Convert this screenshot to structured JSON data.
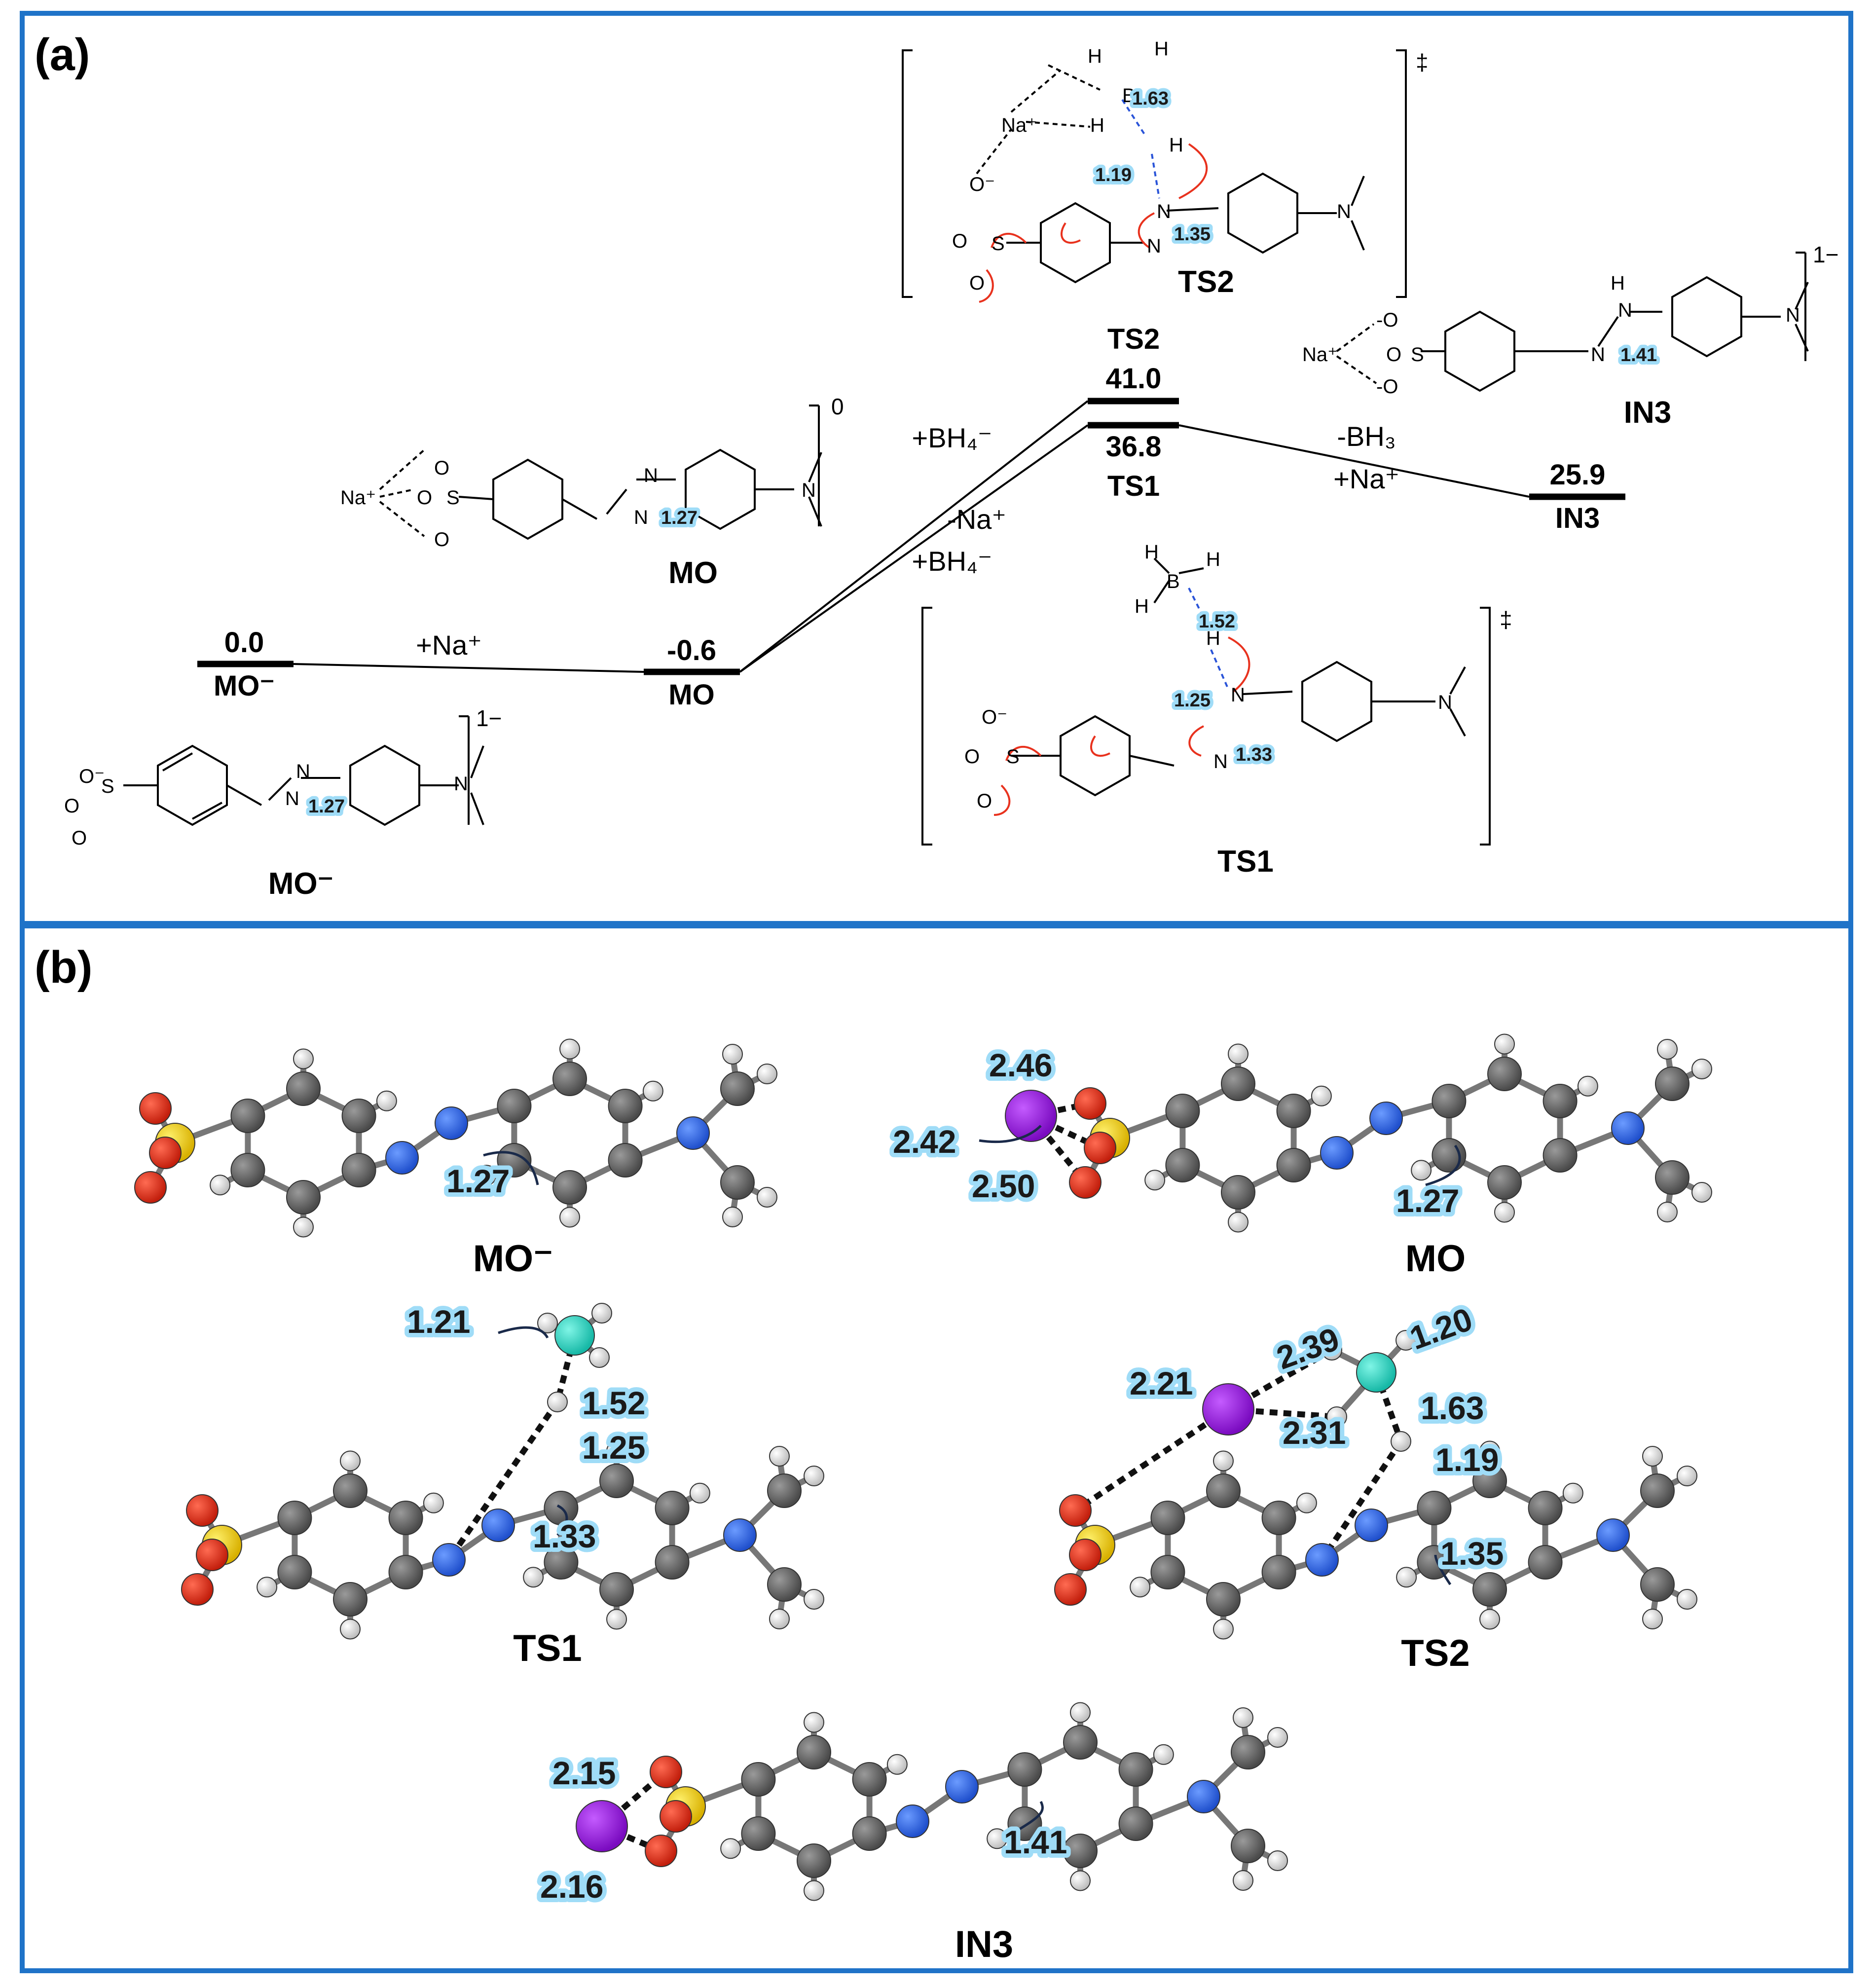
{
  "panel_a": {
    "label": "(a)",
    "levels": [
      {
        "id": "MO-",
        "value": "0.0",
        "name": "MO⁻"
      },
      {
        "id": "MO",
        "value": "-0.6",
        "name": "MO"
      },
      {
        "id": "TS1",
        "value": "36.8",
        "name": "TS1"
      },
      {
        "id": "TS2",
        "value": "41.0",
        "name": "TS2"
      },
      {
        "id": "IN3",
        "value": "25.9",
        "name": "IN3"
      }
    ],
    "steps": {
      "na_add": "+Na⁺",
      "bh4_to_ts2": "+BH₄⁻",
      "na_remove": "-Na⁺",
      "bh4_to_ts1": "+BH₄⁻",
      "bh3_remove": "-BH₃",
      "na_add_in3": "+Na⁺"
    },
    "structures": {
      "mo_minus": {
        "name": "MO⁻",
        "charge": "1−",
        "bond": "1.27"
      },
      "mo": {
        "name": "MO",
        "charge": "0",
        "bond": "1.27"
      },
      "ts2": {
        "name": "TS2",
        "ddagger": "‡",
        "bonds": [
          "1.63",
          "1.19",
          "1.35"
        ]
      },
      "ts1": {
        "name": "TS1",
        "ddagger": "‡",
        "bonds": [
          "1.52",
          "1.25",
          "1.33"
        ]
      },
      "in3": {
        "name": "IN3",
        "charge": "1−",
        "bond": "1.41"
      }
    },
    "atoms": {
      "na": "Na⁺",
      "na_plain": "Na",
      "o": "O",
      "o_minus": "O⁻",
      "s": "S",
      "n": "N",
      "b": "B",
      "h": "H",
      "minus_o": "-O"
    }
  },
  "panel_b": {
    "label": "(b)",
    "structures": [
      {
        "id": "mo_minus",
        "name": "MO⁻",
        "distances": [
          "1.27"
        ]
      },
      {
        "id": "mo",
        "name": "MO",
        "distances": [
          "2.46",
          "2.42",
          "2.50",
          "1.27"
        ]
      },
      {
        "id": "ts1",
        "name": "TS1",
        "distances": [
          "1.21",
          "1.52",
          "1.25",
          "1.33"
        ]
      },
      {
        "id": "ts2",
        "name": "TS2",
        "distances": [
          "2.21",
          "2.39",
          "1.20",
          "2.31",
          "1.63",
          "1.19",
          "1.35"
        ]
      },
      {
        "id": "in3",
        "name": "IN3",
        "distances": [
          "2.15",
          "2.16",
          "1.41"
        ]
      }
    ],
    "atom_colors": {
      "carbon": "#666666",
      "hydrogen": "#e6e6e6",
      "nitrogen": "#2f6fe8",
      "oxygen": "#e8321e",
      "sulfur": "#f4d21a",
      "sodium": "#9b16e8",
      "boron": "#2fe0c8"
    }
  }
}
